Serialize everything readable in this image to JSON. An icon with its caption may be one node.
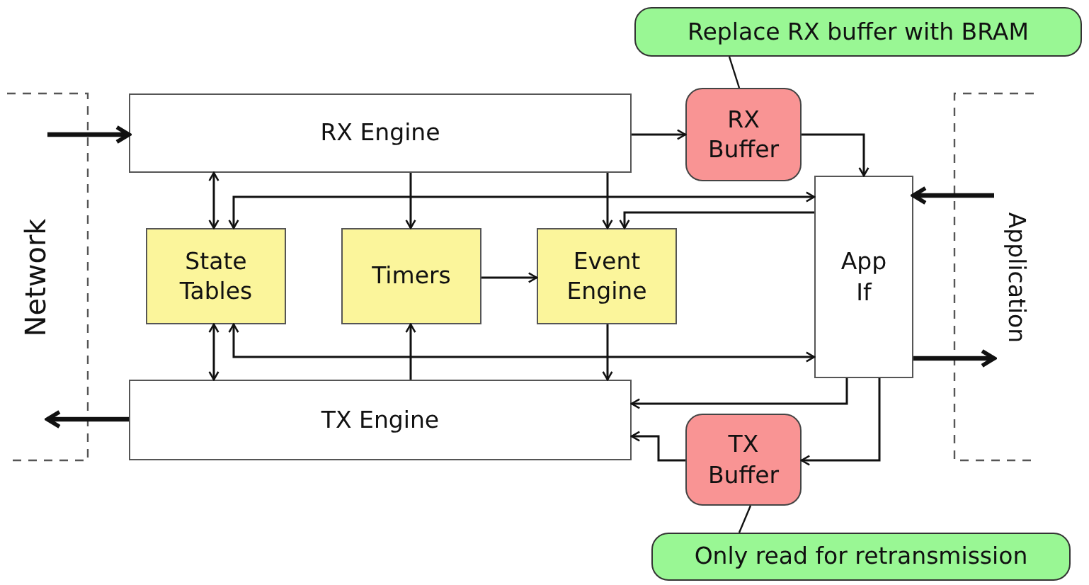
{
  "diagram": {
    "nodes": [
      {
        "text": [
          "Network"
        ]
      },
      {
        "text": [
          "RX Engine"
        ]
      },
      {
        "text": [
          "RX Buffer"
        ]
      },
      {
        "text": [
          "State Tables"
        ]
      },
      {
        "text": [
          "Timers"
        ]
      },
      {
        "text": [
          "Event Engine"
        ]
      },
      {
        "text": [
          "App If"
        ]
      },
      {
        "text": [
          "TX Engine"
        ]
      },
      {
        "text": [
          "TX Buffer"
        ]
      },
      {
        "text": [
          "Application"
        ]
      },
      {
        "text": [
          "Replace RX buffer with BRAM"
        ]
      },
      {
        "text": [
          "Only read for retransmission"
        ]
      }
    ],
    "edges": [
      {
        "from": 0,
        "to": 1,
        "arrow": "to",
        "style": "thick"
      },
      {
        "from": 1,
        "to": 2,
        "arrow": "to"
      },
      {
        "from": 2,
        "to": 6,
        "arrow": "to"
      },
      {
        "from": 1,
        "to": 3,
        "arrow": "both"
      },
      {
        "from": 6,
        "to": 3,
        "arrow": "both"
      },
      {
        "from": 1,
        "to": 4,
        "arrow": "to"
      },
      {
        "from": 1,
        "to": 5,
        "arrow": "to"
      },
      {
        "from": 6,
        "to": 5,
        "arrow": "to"
      },
      {
        "from": 4,
        "to": 5,
        "arrow": "to"
      },
      {
        "from": 3,
        "to": 6,
        "arrow": "both"
      },
      {
        "from": 3,
        "to": 7,
        "arrow": "both"
      },
      {
        "from": 7,
        "to": 4,
        "arrow": "to"
      },
      {
        "from": 5,
        "to": 7,
        "arrow": "to"
      },
      {
        "from": 6,
        "to": 7,
        "arrow": "to"
      },
      {
        "from": 6,
        "to": 8,
        "arrow": "to"
      },
      {
        "from": 8,
        "to": 7,
        "arrow": "to"
      },
      {
        "from": 7,
        "to": 0,
        "arrow": "to",
        "style": "thick"
      },
      {
        "from": 9,
        "to": 6,
        "arrow": "to",
        "style": "thick"
      },
      {
        "from": 6,
        "to": 9,
        "arrow": "to",
        "style": "thick"
      },
      {
        "from": 10,
        "to": 2,
        "arrow": "none"
      },
      {
        "from": 11,
        "to": 8,
        "arrow": "none"
      }
    ]
  }
}
